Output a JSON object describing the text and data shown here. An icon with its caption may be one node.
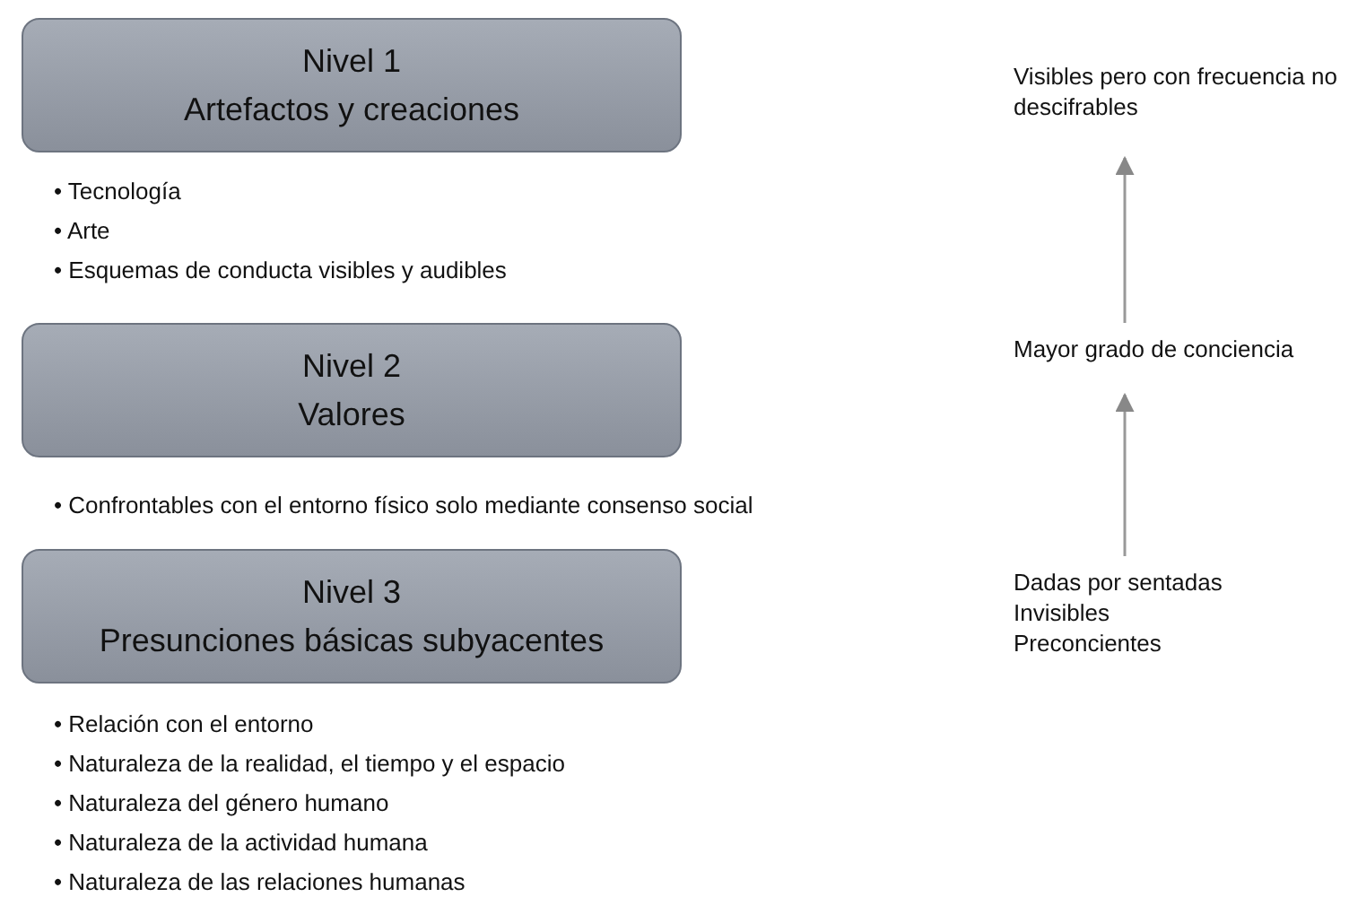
{
  "diagram": {
    "nodes": [
      {
        "text": [
          "Nivel 1",
          "Artefactos y creaciones"
        ],
        "beside": [
          "• Tecnología",
          "• Arte",
          "• Esquemas de conducta visibles y audibles"
        ]
      },
      {
        "text": [
          "Visibles pero con frecuencia no descifrables"
        ]
      },
      {
        "text": [
          "Nivel 2",
          "Valores"
        ],
        "beside": [
          "• Confrontables con el entorno físico solo mediante consenso social"
        ]
      },
      {
        "text": [
          "Mayor grado de conciencia"
        ]
      },
      {
        "text": [
          "Nivel 3",
          "Presunciones básicas subyacentes"
        ],
        "beside": [
          "• Relación con el entorno",
          "• Naturaleza de la realidad, el tiempo y el espacio",
          "• Naturaleza del género humano",
          "• Naturaleza de la actividad humana",
          "• Naturaleza de las relaciones humanas"
        ]
      },
      {
        "text": [
          "Dadas por sentadas",
          "Invisibles",
          "Preconcientes"
        ]
      }
    ],
    "edges": [
      {
        "from": 5,
        "to": 3,
        "arrow": "to"
      },
      {
        "from": 3,
        "to": 1,
        "arrow": "to"
      }
    ]
  }
}
